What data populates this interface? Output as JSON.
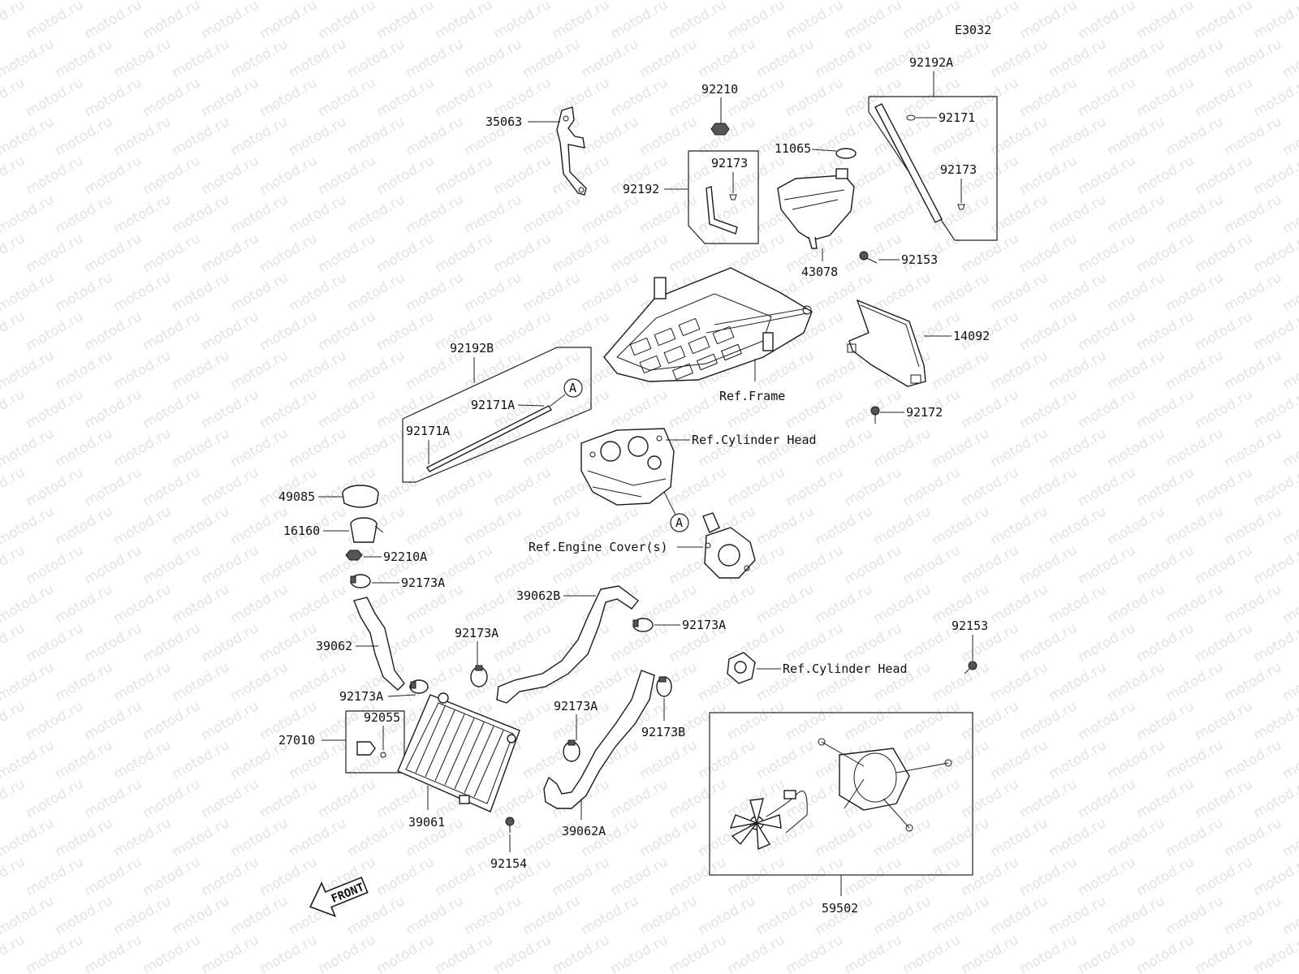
{
  "diagram_code": "E3032",
  "watermark": "motod.ru",
  "callout_letter": "A",
  "front_label": "FRONT",
  "labels": {
    "p35063": "35063",
    "p92210": "92210",
    "p92173_top": "92173",
    "p92192": "92192",
    "p11065": "11065",
    "p92192A": "92192A",
    "p92171": "92171",
    "p92173_right": "92173",
    "p43078": "43078",
    "p92153_top": "92153",
    "p14092": "14092",
    "ref_frame": "Ref.Frame",
    "p92192B": "92192B",
    "p92171A_1": "92171A",
    "p92171A_2": "92171A",
    "p92172": "92172",
    "ref_cylinder_head_1": "Ref.Cylinder Head",
    "p49085": "49085",
    "p16160": "16160",
    "p92210A": "92210A",
    "ref_engine_cover": "Ref.Engine Cover(s)",
    "p92173A_1": "92173A",
    "p39062B": "39062B",
    "p92173A_2": "92173A",
    "p39062": "39062",
    "p92173A_3": "92173A",
    "p92153_right": "92153",
    "ref_cylinder_head_2": "Ref.Cylinder Head",
    "p92173A_4": "92173A",
    "p92055": "92055",
    "p92173A_5": "92173A",
    "p92173B": "92173B",
    "p27010": "27010",
    "p39061": "39061",
    "p39062A": "39062A",
    "p92154": "92154",
    "p59502": "59502"
  }
}
